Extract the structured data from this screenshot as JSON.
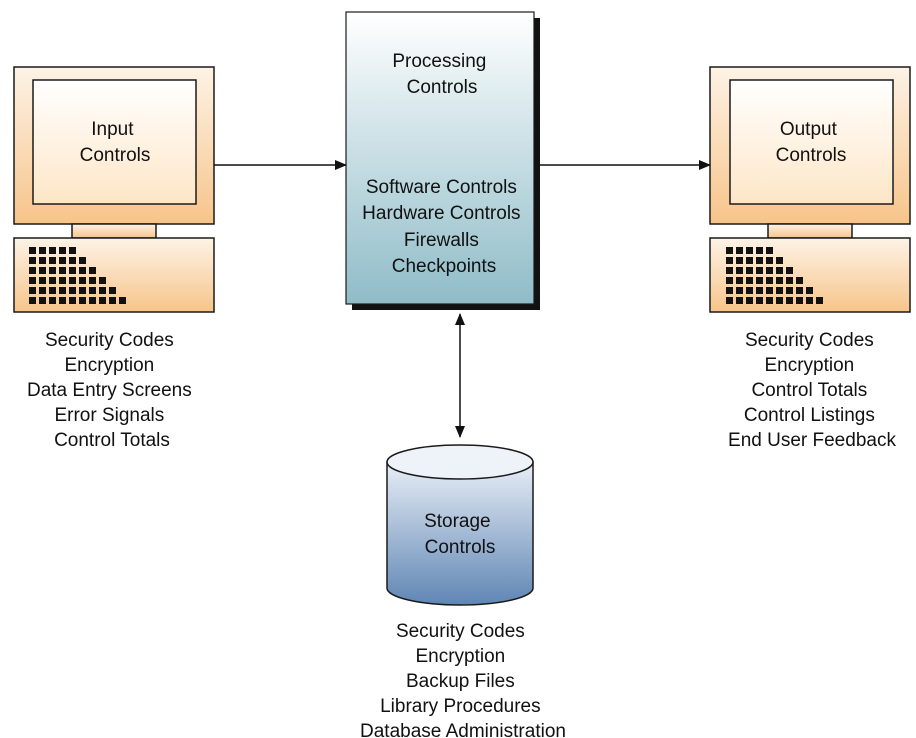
{
  "input": {
    "title_lines": [
      "Input",
      "Controls"
    ],
    "details": [
      "Security Codes",
      "Encryption",
      "Data Entry Screens",
      "Error Signals",
      "Control Totals"
    ]
  },
  "processing": {
    "title_lines": [
      "Processing",
      "Controls"
    ],
    "details": [
      "Software Controls",
      "Hardware Controls",
      "Firewalls",
      "Checkpoints"
    ]
  },
  "output": {
    "title_lines": [
      "Output",
      "Controls"
    ],
    "details": [
      "Security Codes",
      "Encryption",
      "Control Totals",
      "Control Listings",
      "End User Feedback"
    ]
  },
  "storage": {
    "title_lines": [
      "Storage",
      "Controls"
    ],
    "details": [
      "Security Codes",
      "Encryption",
      "Backup Files",
      "Library Procedures",
      "Database Administration"
    ]
  },
  "colors": {
    "monitor_gradient_top": "#fdf3e6",
    "monitor_gradient_bottom": "#f7c48a",
    "monitor_outline": "#1a1a1a",
    "processing_gradient_top": "#ffffff",
    "processing_gradient_bottom": "#8fbcc8",
    "storage_gradient_top": "#e8eef6",
    "storage_gradient_bottom": "#5f86b4",
    "keyboard_keys": "#111111"
  },
  "connections": [
    {
      "from": "input",
      "to": "processing",
      "direction": "one-way"
    },
    {
      "from": "processing",
      "to": "output",
      "direction": "one-way"
    },
    {
      "from": "processing",
      "to": "storage",
      "direction": "two-way"
    }
  ]
}
